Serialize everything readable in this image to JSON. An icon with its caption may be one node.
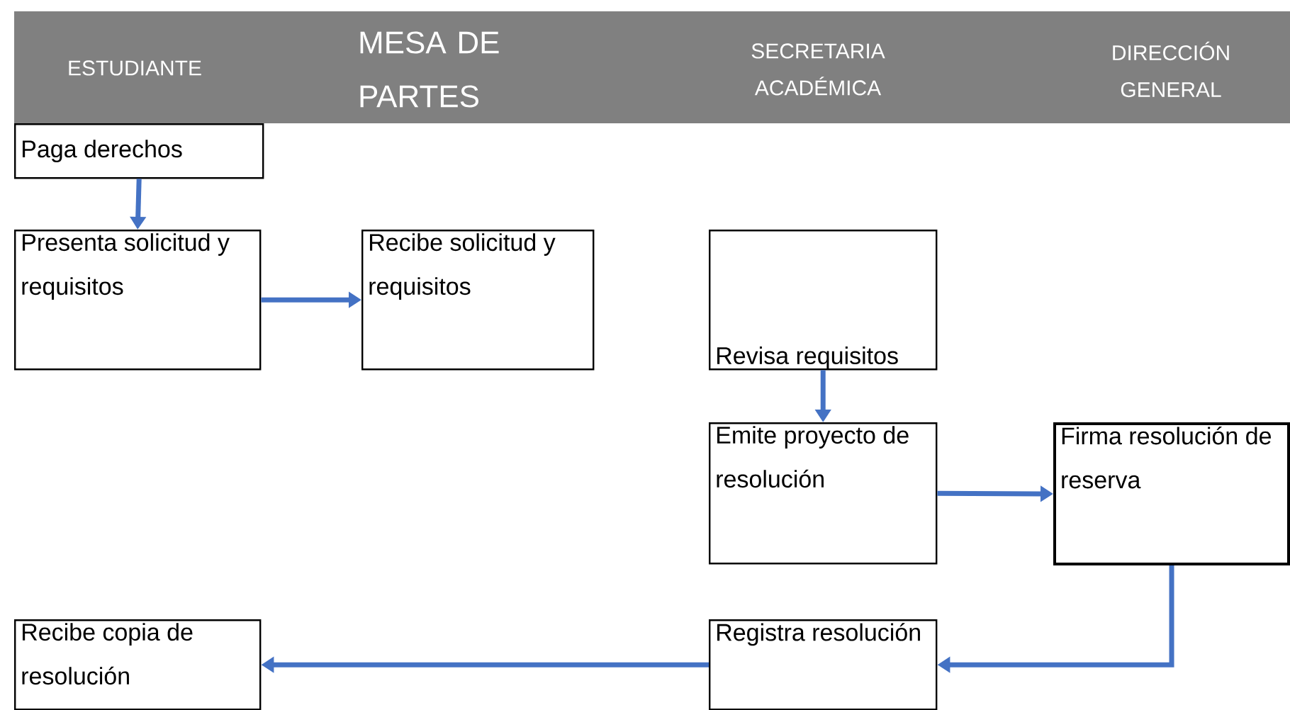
{
  "diagram": {
    "nodes": [
      {
        "text": [
          "Paga derechos"
        ]
      },
      {
        "text": [
          "Presenta solicitud y requisitos"
        ]
      },
      {
        "text": [
          "Recibe solicitud y requisitos"
        ]
      },
      {
        "text": [
          "Revisa requisitos"
        ]
      },
      {
        "text": [
          "Emite proyecto de resolución"
        ]
      },
      {
        "text": [
          "Firma resolución de reserva"
        ]
      },
      {
        "text": [
          "Recibe copia de resolución"
        ]
      },
      {
        "text": [
          "Registra resolución"
        ]
      }
    ],
    "edges": [
      {
        "from": 0,
        "to": 1,
        "arrow": "to"
      },
      {
        "from": 1,
        "to": 2,
        "arrow": "to"
      },
      {
        "from": 3,
        "to": 4,
        "arrow": "to"
      },
      {
        "from": 4,
        "to": 5,
        "arrow": "to"
      },
      {
        "from": 5,
        "to": 7,
        "arrow": "to"
      },
      {
        "from": 7,
        "to": 6,
        "arrow": "to"
      }
    ],
    "labels": [
      "ESTUDIANTE",
      "MESA DE PARTES",
      "SECRETARIA ACADÉMICA",
      "DIRECCIÓN GENERAL"
    ]
  }
}
